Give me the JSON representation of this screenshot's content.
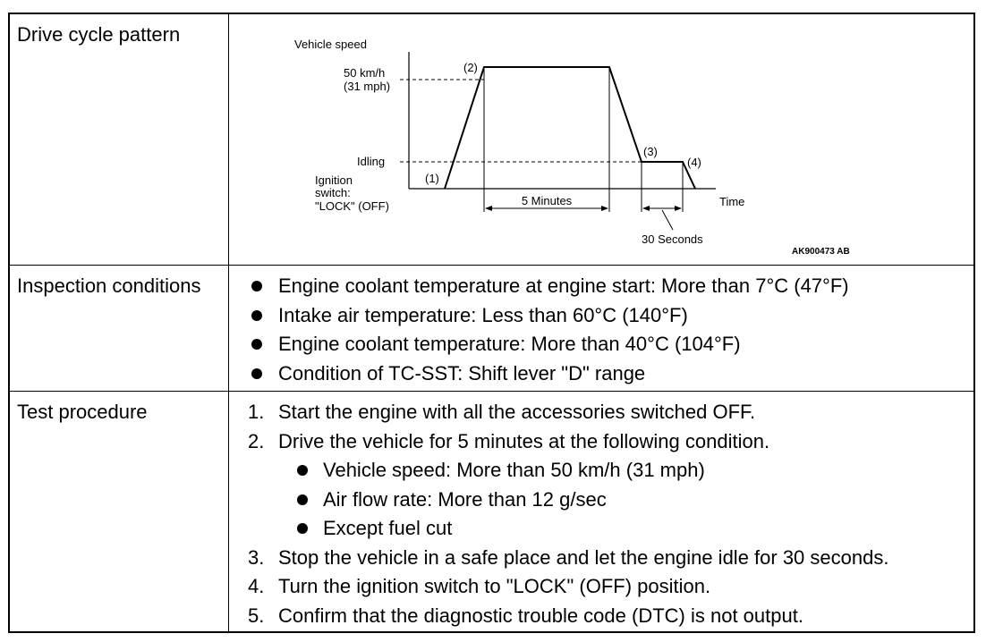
{
  "rows": [
    {
      "label": "Drive cycle pattern",
      "diagram": {
        "y_axis_label": "Vehicle speed",
        "speed_label_kmh": "50 km/h",
        "speed_label_mph": "(31 mph)",
        "idling_label": "Idling",
        "ignition_label_1": "Ignition",
        "ignition_label_2": "switch:",
        "ignition_label_3": "\"LOCK\" (OFF)",
        "point_1": "(1)",
        "point_2": "(2)",
        "point_3": "(3)",
        "point_4": "(4)",
        "duration_5min": "5 Minutes",
        "duration_30s": "30 Seconds",
        "x_axis_label": "Time",
        "figure_code": "AK900473 AB"
      }
    },
    {
      "label": "Inspection conditions",
      "items": [
        "Engine coolant temperature at engine start: More than 7°C (47°F)",
        "Intake air temperature: Less than 60°C (140°F)",
        "Engine coolant temperature: More than 40°C (104°F)",
        "Condition of TC-SST: Shift lever \"D\" range"
      ]
    },
    {
      "label": "Test procedure",
      "steps": [
        {
          "num": "1.",
          "text": "Start the engine with all the accessories switched OFF."
        },
        {
          "num": "2.",
          "text": "Drive the vehicle for 5 minutes at the following condition."
        },
        {
          "num": "3.",
          "text": "Stop the vehicle in a safe place and let the engine idle for 30 seconds."
        },
        {
          "num": "4.",
          "text": "Turn the ignition switch to \"LOCK\" (OFF) position."
        },
        {
          "num": "5.",
          "text": "Confirm that the diagnostic trouble code (DTC) is not output."
        }
      ],
      "sub_items": [
        "Vehicle speed: More than 50 km/h (31 mph)",
        "Air flow rate: More than 12 g/sec",
        "Except fuel cut"
      ]
    }
  ]
}
